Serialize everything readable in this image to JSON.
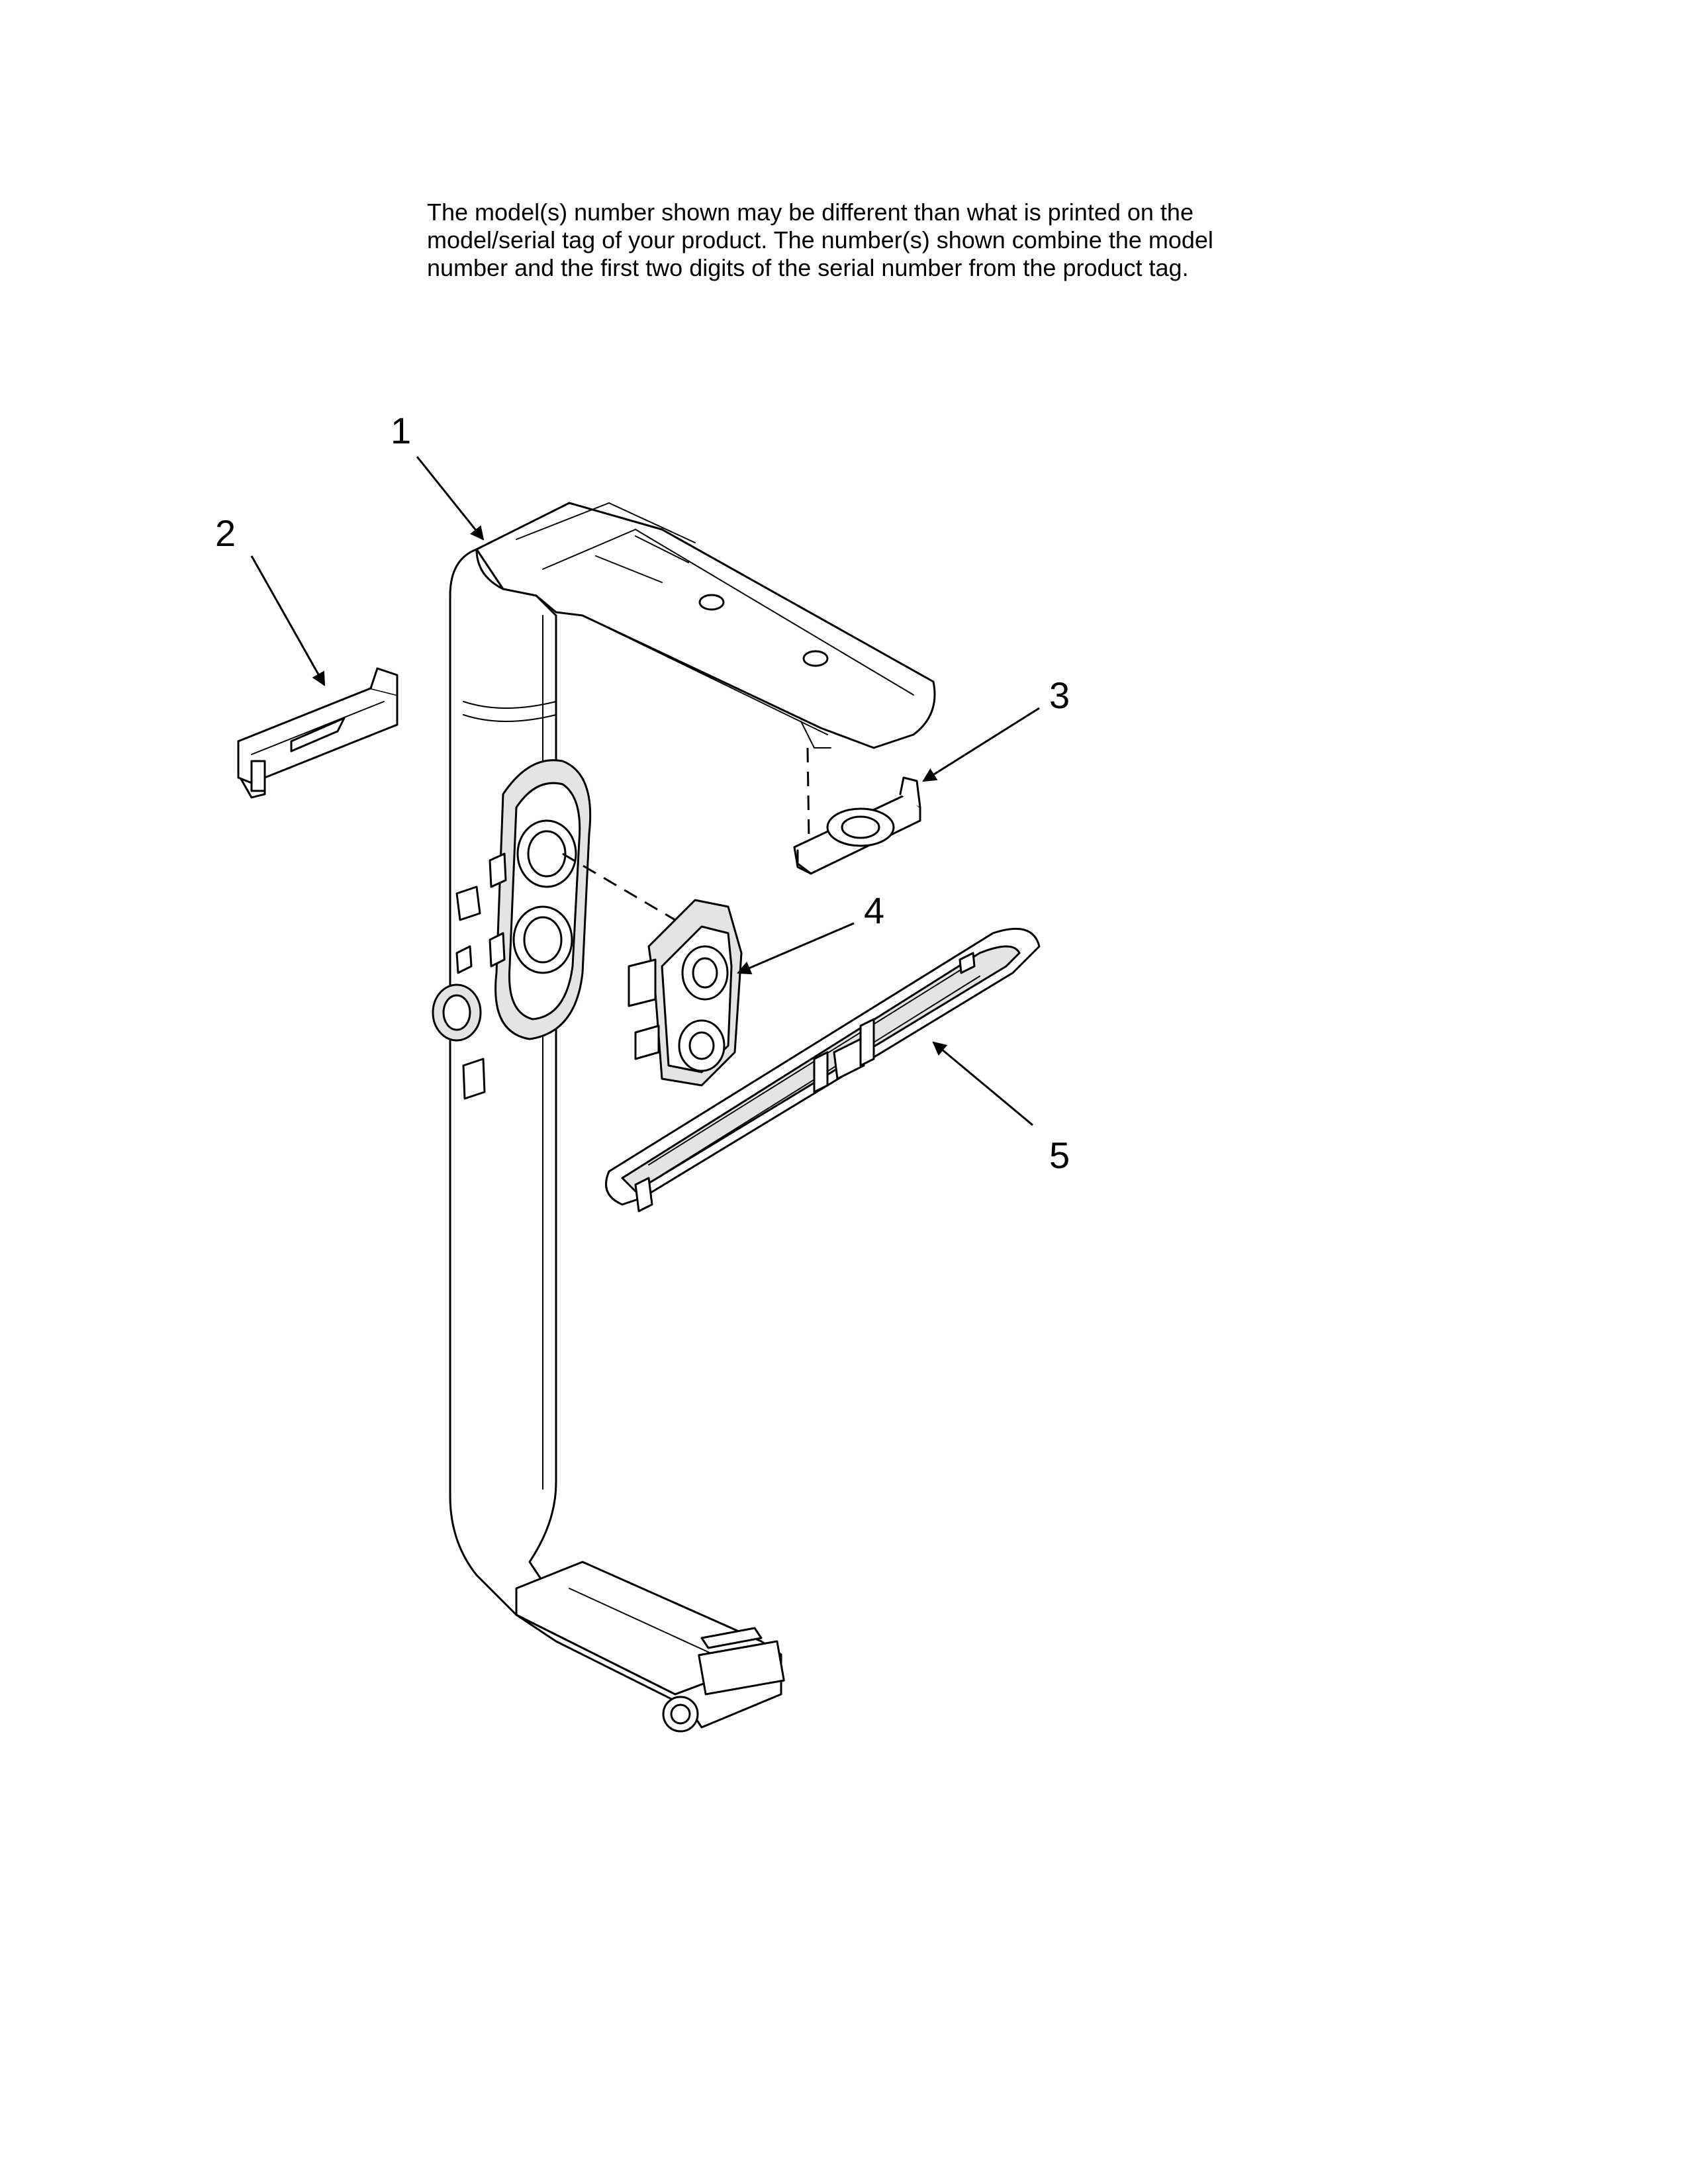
{
  "notice": {
    "lines": [
      "The model(s) number shown may be different than what is printed on the",
      "model/serial tag of your product. The number(s) shown combine the model",
      "number and the first two digits of the serial number from the product tag."
    ]
  },
  "callouts": [
    {
      "id": "1",
      "label": "1"
    },
    {
      "id": "2",
      "label": "2"
    },
    {
      "id": "3",
      "label": "3"
    },
    {
      "id": "4",
      "label": "4"
    },
    {
      "id": "5",
      "label": "5"
    }
  ]
}
